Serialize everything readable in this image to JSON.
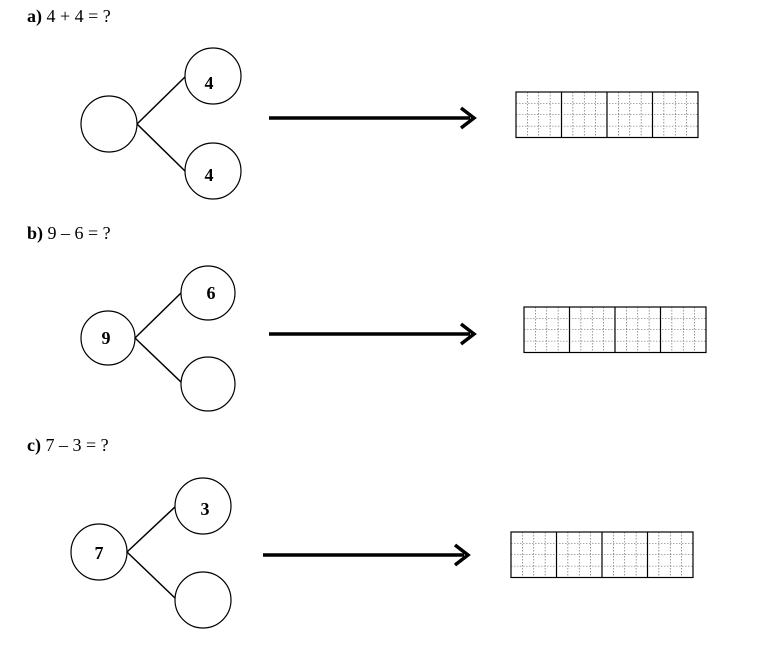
{
  "exercises": [
    {
      "letter": "a)",
      "equation": "4 + 4 = ?",
      "whole": "",
      "top_part": "4",
      "bottom_part": "4",
      "answer_boxes": 4
    },
    {
      "letter": "b)",
      "equation": "9 – 6 = ?",
      "whole": "9",
      "top_part": "6",
      "bottom_part": "",
      "answer_boxes": 4
    },
    {
      "letter": "c)",
      "equation": "7 – 3 = ?",
      "whole": "7",
      "top_part": "3",
      "bottom_part": "",
      "answer_boxes": 4
    }
  ]
}
